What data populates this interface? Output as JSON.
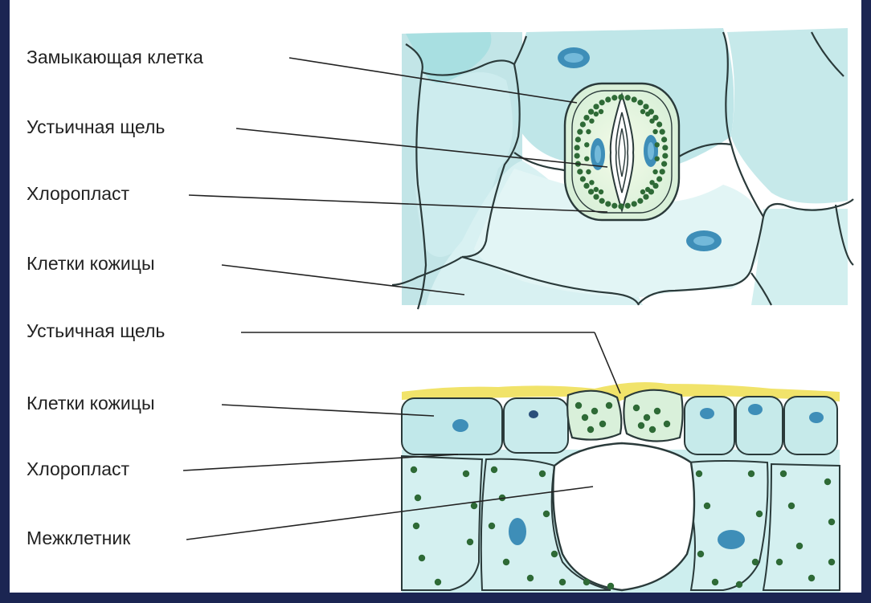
{
  "labels": {
    "top": {
      "guard_cell": "Замыкающая клетка",
      "stomatal_slit": "Устьичная щель",
      "chloroplast": "Хлоропласт",
      "epidermis_cells": "Клетки кожицы"
    },
    "bottom": {
      "stomatal_slit": "Устьичная щель",
      "epidermis_cells": "Клетки кожицы",
      "chloroplast": "Хлоропласт",
      "intercellular_space": "Межклетник"
    }
  },
  "colors": {
    "background": "#1b2552",
    "cell_fill": "#b9e3e4",
    "cell_wall": "#2a3a3a",
    "chloroplast": "#2e6a36",
    "nucleus": "#3e8eb8",
    "cuticle": "#f1e36a"
  }
}
